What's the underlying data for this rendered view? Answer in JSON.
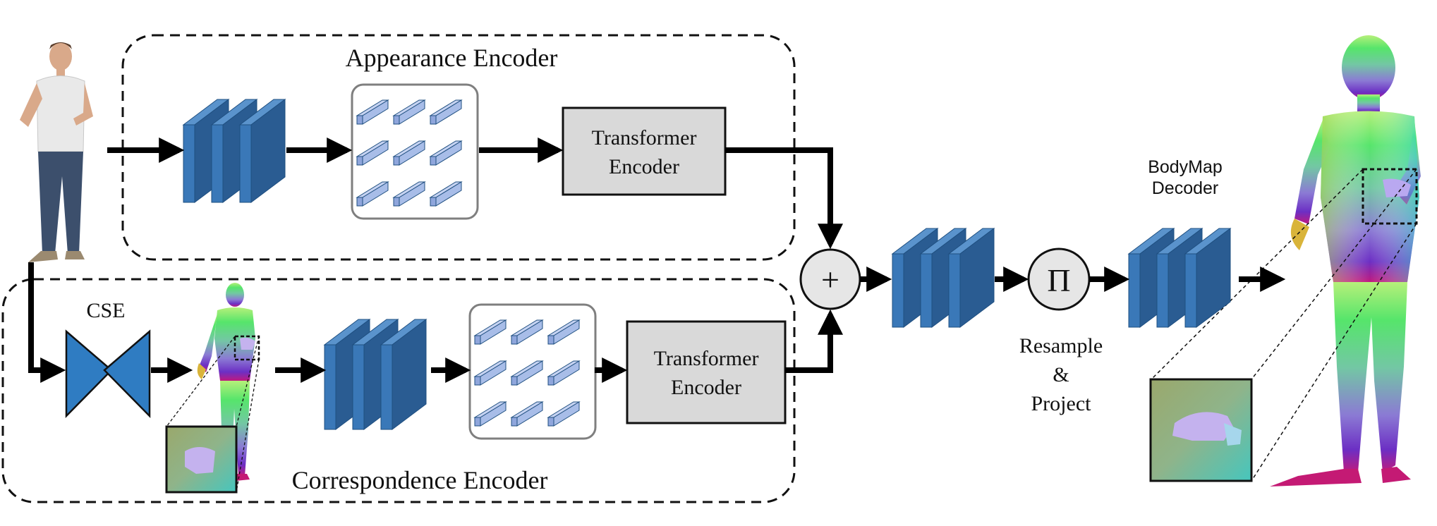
{
  "labels": {
    "appearance_encoder": "Appearance Encoder",
    "correspondence_encoder": "Correspondence Encoder",
    "cse": "CSE",
    "transformer_line1": "Transformer",
    "transformer_line2": "Encoder",
    "bodymap_line1": "BodyMap",
    "bodymap_line2": "Decoder",
    "resample_line1": "Resample",
    "resample_line2": "&",
    "resample_line3": "Project",
    "plus_symbol": "+",
    "pi_symbol": "Π"
  },
  "colors": {
    "block_front": "#3a78b8",
    "block_side": "#2a5c92",
    "block_top": "#5a93cc",
    "patch": "#a8bde8",
    "cse": "#2f7cc2",
    "transformer_fill": "#d9d9d9",
    "operator_fill": "#e6e6e6"
  }
}
